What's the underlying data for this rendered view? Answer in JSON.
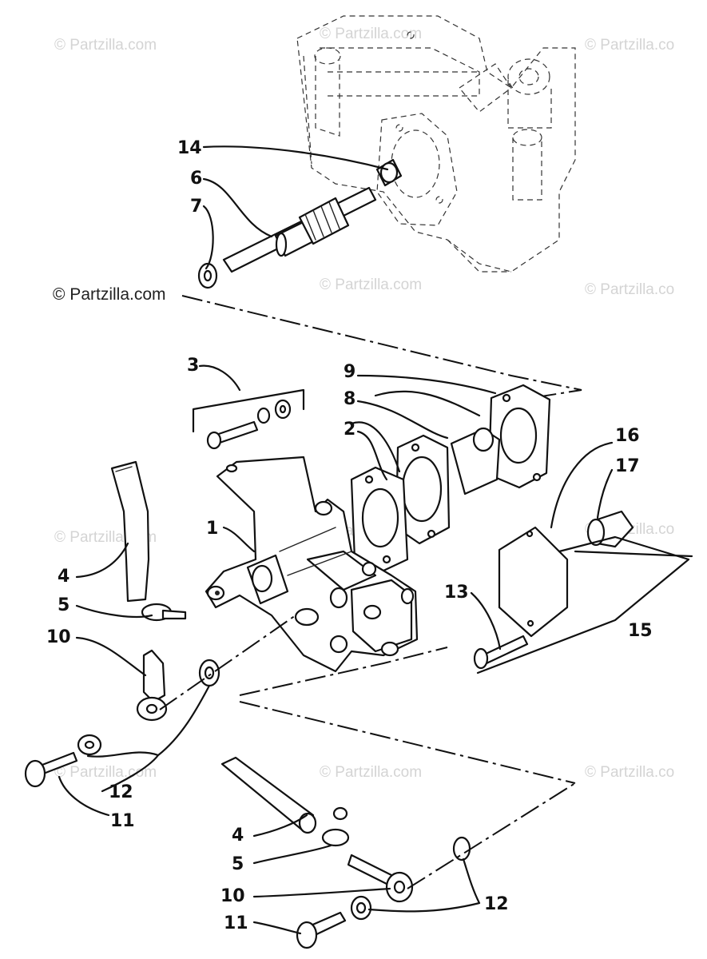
{
  "watermarks": {
    "site": "© Partzilla.com",
    "site_cut": "© Partzilla.co"
  },
  "callouts": {
    "c1": "1",
    "c2": "2",
    "c3": "3",
    "c4a": "4",
    "c4b": "4",
    "c5a": "5",
    "c5b": "5",
    "c6": "6",
    "c7": "7",
    "c8": "8",
    "c9": "9",
    "c10a": "10",
    "c10b": "10",
    "c11a": "11",
    "c11b": "11",
    "c12a": "12",
    "c12b": "12",
    "c13": "13",
    "c14": "14",
    "c15": "15",
    "c16": "16",
    "c17": "17"
  }
}
